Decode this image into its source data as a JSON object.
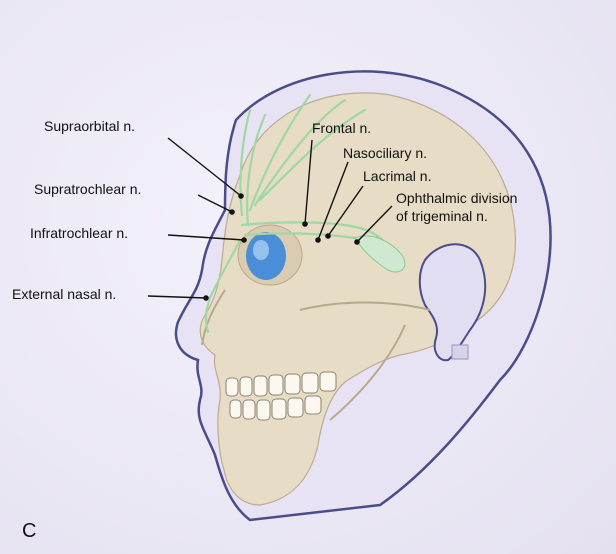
{
  "panel_letter": "C",
  "labels": {
    "supraorbital": "Supraorbital n.",
    "frontal": "Frontal n.",
    "nasociliary": "Nasociliary n.",
    "supratrochlear": "Supratrochlear n.",
    "lacrimal": "Lacrimal n.",
    "ophthalmic_line1": "Ophthalmic division",
    "ophthalmic_line2": "of trigeminal n.",
    "infratrochlear": "Infratrochlear n.",
    "external_nasal": "External nasal n."
  },
  "colors": {
    "nerve": "#9fd8a3",
    "skin_outline": "#4a4d8a",
    "bone": "#e8dcc4",
    "eye": "#4a8ed8"
  }
}
